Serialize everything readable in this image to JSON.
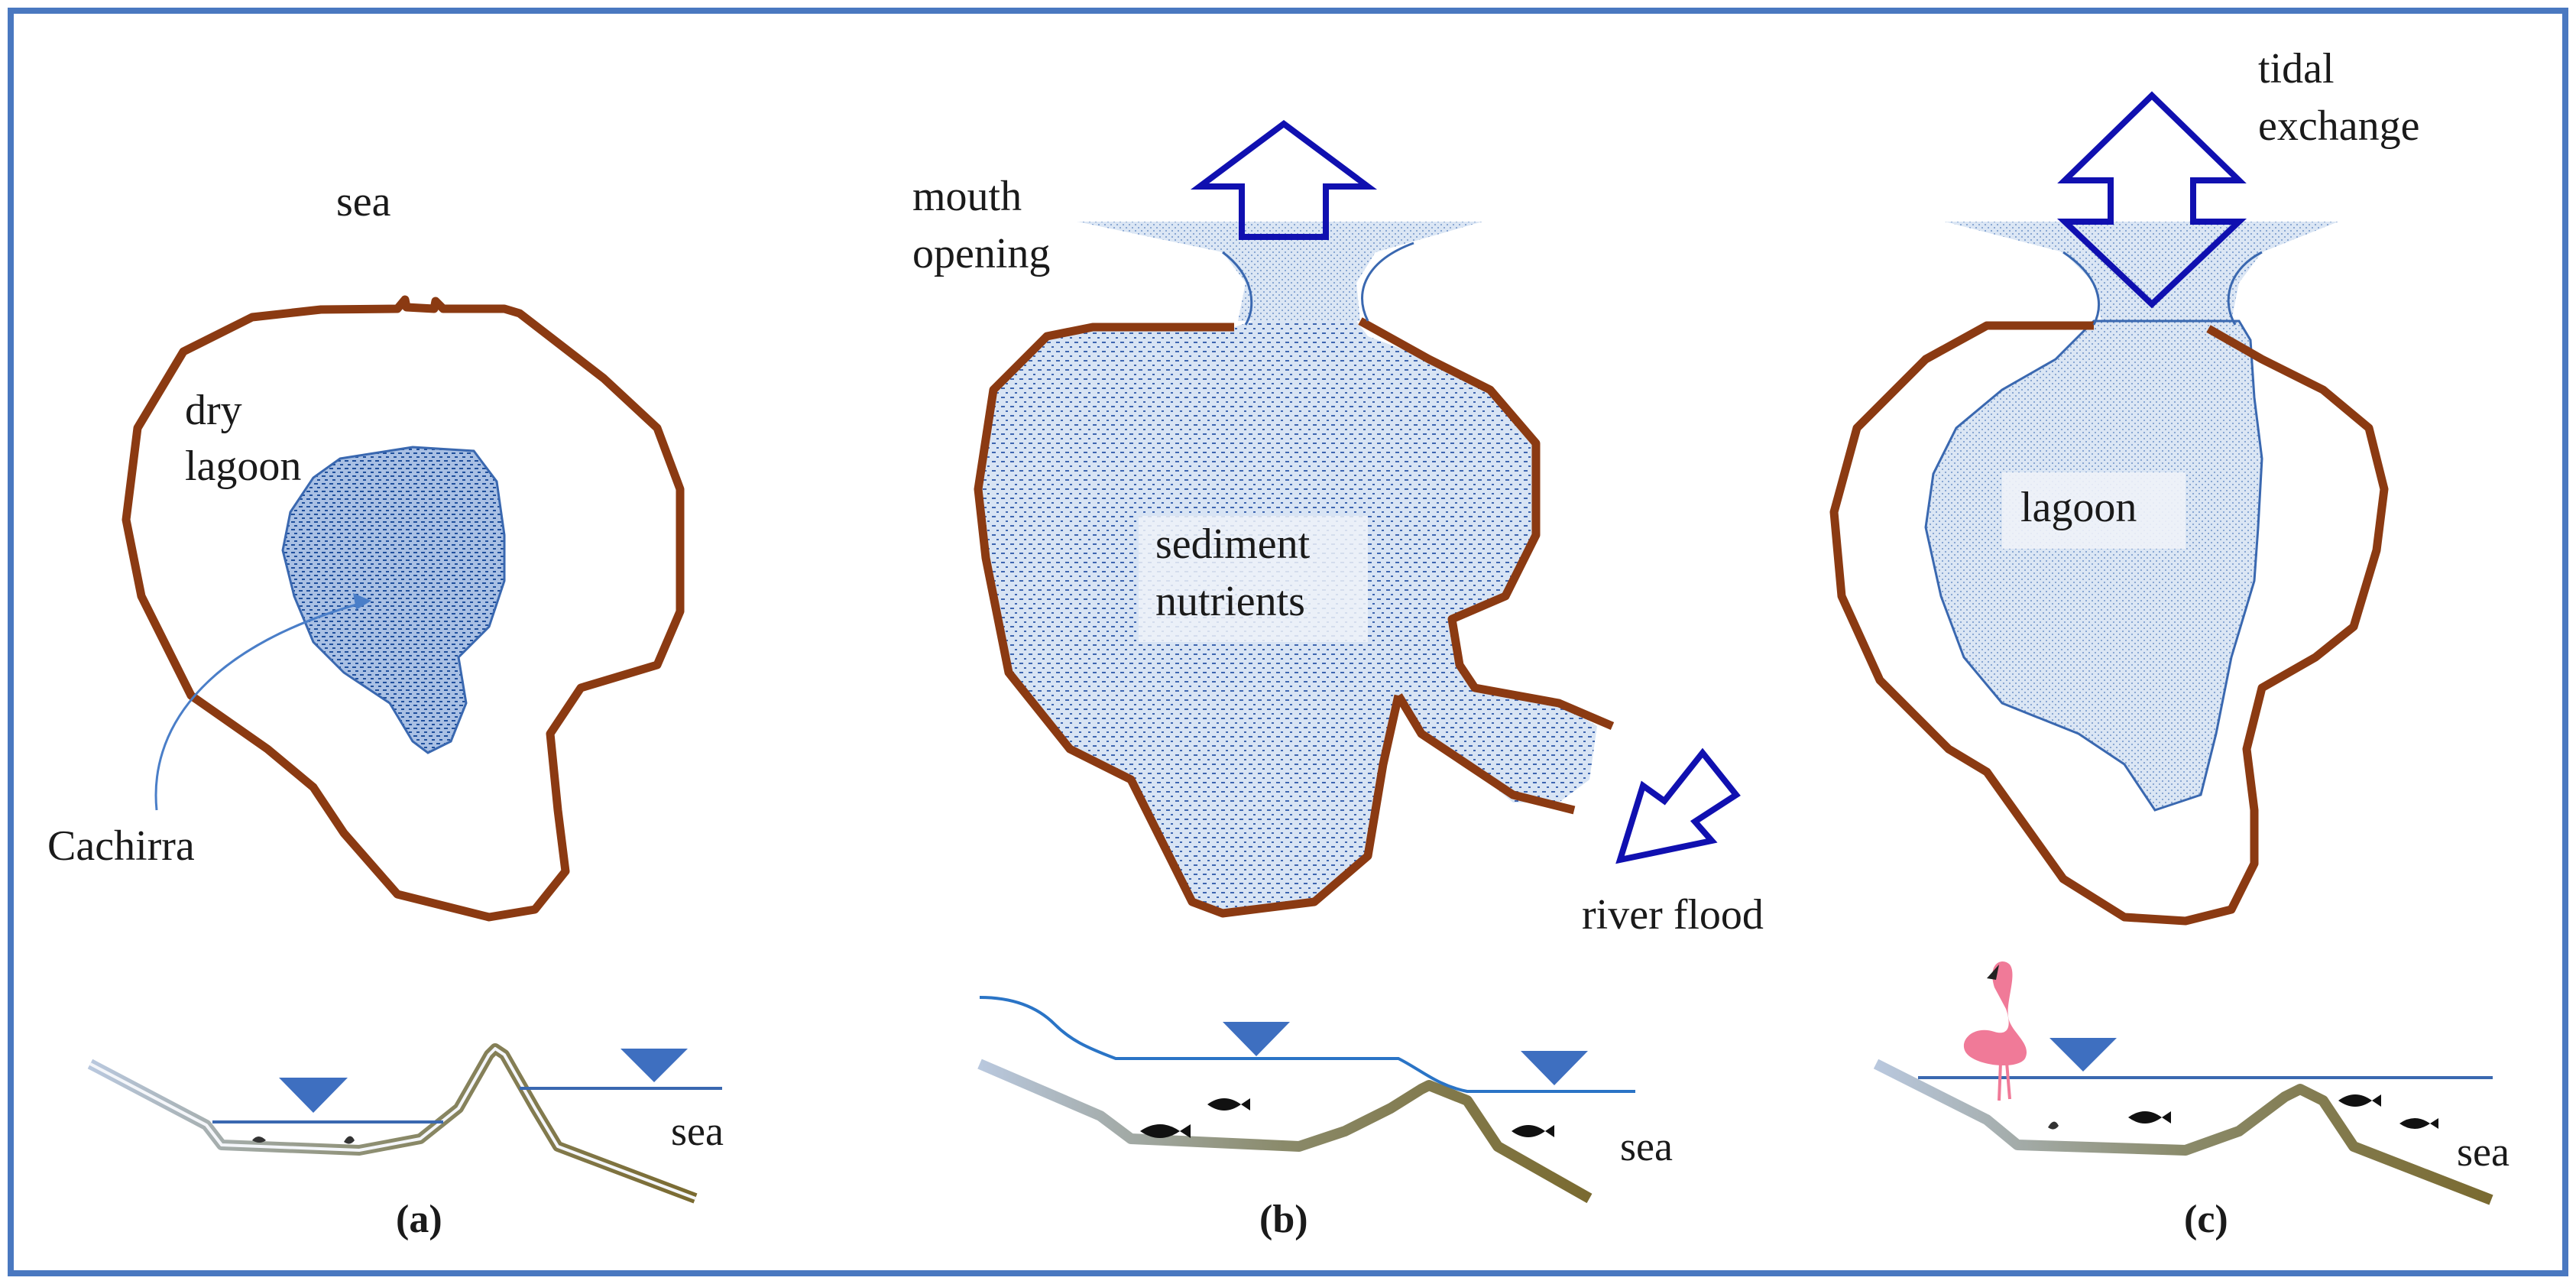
{
  "panels": {
    "a": {
      "label": "(a)",
      "sea": "sea",
      "dry_lagoon_line1": "dry",
      "dry_lagoon_line2": "lagoon",
      "cachirra": "Cachirra",
      "profile_sea": "sea"
    },
    "b": {
      "label": "(b)",
      "mouth_line1": "mouth",
      "mouth_line2": "opening",
      "center_line1": "sediment",
      "center_line2": "nutrients",
      "river_flood": "river flood",
      "profile_sea": "sea"
    },
    "c": {
      "label": "(c)",
      "tidal_line1": "tidal",
      "tidal_line2": "exchange",
      "lagoon": "lagoon",
      "profile_sea": "sea"
    }
  },
  "colors": {
    "frame": "#4a78c0",
    "shoreline": "#8b3a12",
    "water_outline": "#3a68b0",
    "water_fill": "#d6e3f3",
    "arrow": "#1010b0",
    "water_level_marker": "#3e6fc0",
    "profile_bed": "#8a8a6a",
    "flamingo": "#f07a98"
  }
}
